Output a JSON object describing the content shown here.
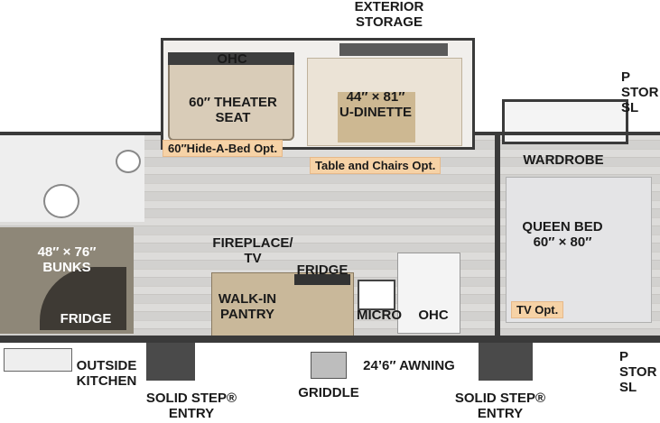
{
  "labels": {
    "exterior_storage": "EXTERIOR\nSTORAGE",
    "ohc_slide": "OHC",
    "theater_seat": "60″ THEATER\nSEAT",
    "hide_a_bed": "60″Hide-A-Bed Opt.",
    "dinette": "44″ × 81″\nU-DINETTE",
    "table_chairs": "Table and Chairs Opt.",
    "storage_right": "P\nSTOR\nSL",
    "wardrobe": "WARDROBE",
    "queen_bed": "QUEEN BED\n60″ × 80″",
    "tv_opt": "TV Opt.",
    "bunks": "48″ × 76″\nBUNKS",
    "fridge_left": "FRIDGE",
    "fireplace": "FIREPLACE/\nTV",
    "fridge_center": "FRIDGE",
    "walk_in_pantry": "WALK-IN\nPANTRY",
    "micro": "MICRO",
    "ohc_kitchen": "OHC",
    "outside_kitchen": "OUTSIDE\nKITCHEN",
    "solid_step_left": "SOLID STEP®\nENTRY",
    "griddle": "GRIDDLE",
    "awning": "24’6″ AWNING",
    "solid_step_right": "SOLID STEP®\nENTRY",
    "storage_bottom_right": "P\nSTOR\nSL"
  },
  "colors": {
    "floor": "#d2d1cf",
    "wall": "#3a3a3a",
    "bunk_fabric": "#8e8778",
    "bed": "#e4e4e6",
    "option_tag": "#f6d2a6",
    "cabinet": "#c9b89a"
  }
}
